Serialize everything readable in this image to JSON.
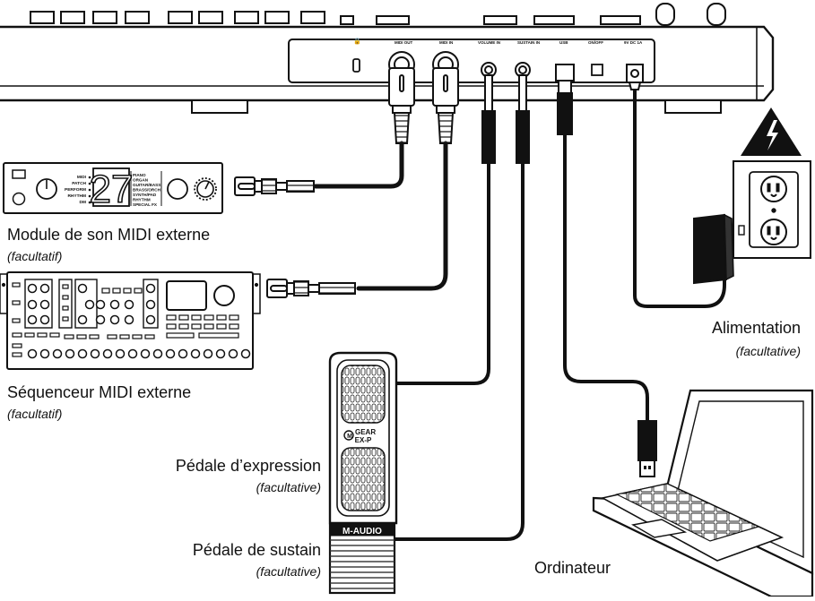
{
  "panel": {
    "port_labels": {
      "lock": "🔒",
      "midi_out": "MIDI OUT",
      "midi_in": "MIDI IN",
      "volume_in": "VOLUME IN",
      "sustain_in": "SUSTAIN IN",
      "usb": "USB",
      "on_off": "ON/OFF",
      "dc": "9V DC 1A"
    }
  },
  "sound_module": {
    "display_digits": "27",
    "mode_labels": [
      "MIDI",
      "PATCH",
      "PERFORM",
      "RHYTHM",
      "DM"
    ],
    "category_labels": [
      "PIANO",
      "ORGAN",
      "GUITAR/BASS",
      "BRASS/ORCH",
      "SYNTH/PAD",
      "RHYTHM",
      "SPECIAL FX"
    ],
    "label": "Module de son MIDI externe",
    "optional": "(facultatif)"
  },
  "sequencer": {
    "label": "Séquenceur MIDI externe",
    "optional": "(facultatif)"
  },
  "expression_pedal": {
    "logo": "GEAR",
    "model": "EX-P",
    "label": "Pédale d’expression",
    "optional": "(facultative)"
  },
  "sustain_pedal": {
    "brand": "M-AUDIO",
    "label": "Pédale de sustain",
    "optional": "(facultative)"
  },
  "power": {
    "label": "Alimentation",
    "optional": "(facultative)"
  },
  "computer": {
    "label": "Ordinateur"
  }
}
